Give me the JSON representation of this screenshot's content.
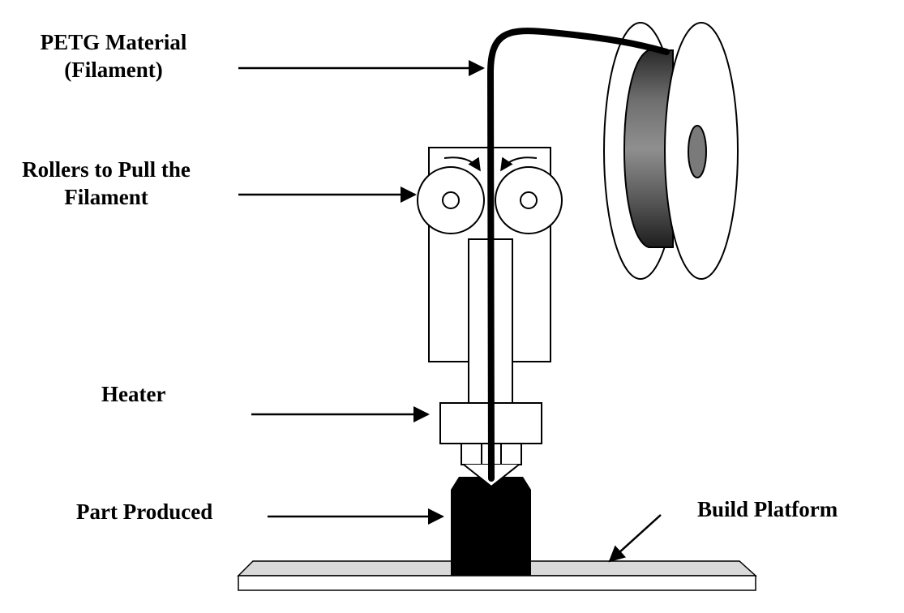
{
  "labels": {
    "petg_line1": "PETG Material",
    "petg_line2": "(Filament)",
    "rollers_line1": "Rollers to Pull the",
    "rollers_line2": "Filament",
    "heater": "Heater",
    "part": "Part Produced",
    "platform": "Build Platform"
  },
  "colors": {
    "filament": "#000000",
    "part": "#000000",
    "platform_fill": "#d9d9d9",
    "outline": "#000000"
  }
}
